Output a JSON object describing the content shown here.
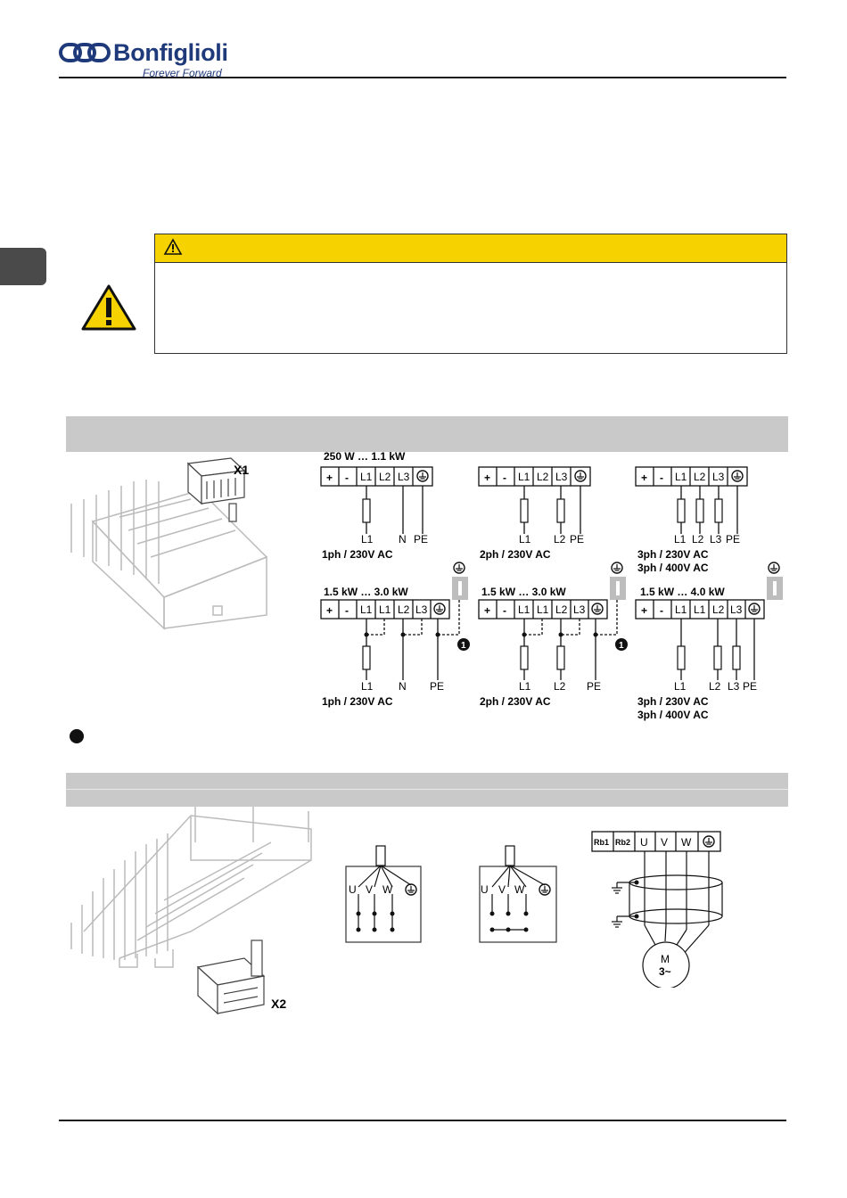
{
  "header": {
    "brand": "Bonfiglioli",
    "tagline": "Forever Forward"
  },
  "mains_diagrams": {
    "connector_label": "X1",
    "range_1": "250 W … 1.1 kW",
    "range_2": "1.5 kW … 3.0 kW",
    "range_3": "1.5 kW … 3.0 kW",
    "range_4": "1.5 kW … 4.0 kW",
    "supply_1ph": "1ph / 230V AC",
    "supply_2ph": "2ph / 230V AC",
    "supply_3ph_230": "3ph / 230V AC",
    "supply_3ph_400": "3ph / 400V AC",
    "terminal_plus": "+",
    "terminal_minus": "-",
    "L1": "L1",
    "L2": "L2",
    "L3": "L3",
    "N": "N",
    "PE": "PE",
    "callout": "1"
  },
  "motor_diagrams": {
    "connector_label": "X2",
    "terminals": [
      "Rb1",
      "Rb2",
      "U",
      "V",
      "W"
    ],
    "motor_label_1": "M",
    "motor_label_2": "3~",
    "uvw": [
      "U",
      "V",
      "W"
    ]
  },
  "colors": {
    "warning_yellow": "#f6d300",
    "band_gray": "#c9c9c9",
    "brand_blue": "#1f3a7a"
  }
}
